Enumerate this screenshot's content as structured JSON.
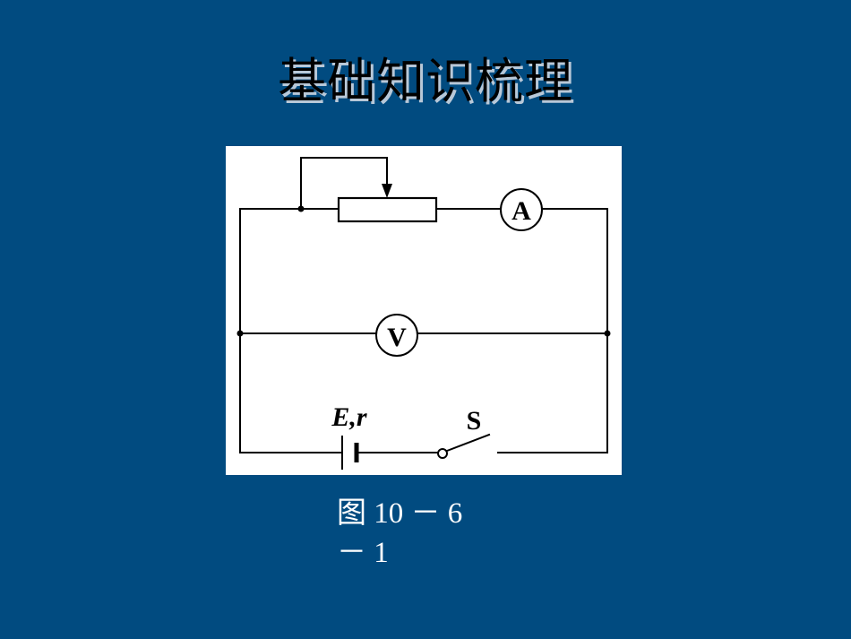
{
  "slide": {
    "title": "基础知识梳理",
    "background_color": "#014b80"
  },
  "figure": {
    "components": {
      "ammeter_label": "A",
      "voltmeter_label": "V",
      "battery_label": "E,r",
      "switch_label": "S"
    },
    "caption_line1": "图 10 － 6",
    "caption_line2": "－ 1"
  }
}
